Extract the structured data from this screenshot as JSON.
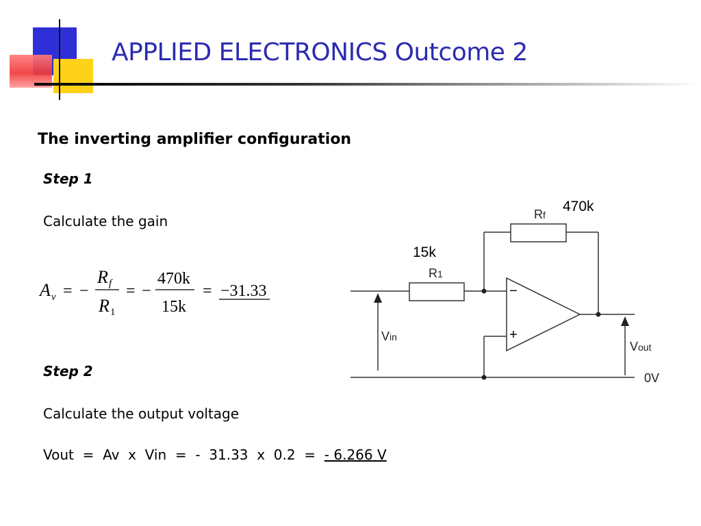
{
  "slide": {
    "title": "APPLIED ELECTRONICS Outcome 2",
    "heading": "The inverting amplifier configuration",
    "step1": {
      "label": "Step 1",
      "text": "Calculate the gain"
    },
    "gain_formula": {
      "lhs_symbol": "A",
      "lhs_subscript": "v",
      "num1_symbol": "R",
      "num1_subscript": "f",
      "den1_symbol": "R",
      "den1_subscript": "1",
      "num2": "470k",
      "den2": "15k",
      "minus": "−",
      "equals": "=",
      "result": "−31.33"
    },
    "step2": {
      "label": "Step 2",
      "text": "Calculate the output voltage"
    },
    "vout_calc": {
      "expression": "Vout  =  Av  x  Vin  =  -  31.33  x  0.2  =  ",
      "result": "- 6.266 V"
    }
  },
  "circuit": {
    "rf_label": "R",
    "rf_sub": "f",
    "rf_value": "470k",
    "r1_label": "R",
    "r1_sub": "1",
    "r1_value": "15k",
    "vin_label": "V",
    "vin_sub": "in",
    "vout_label": "V",
    "vout_sub": "out",
    "ground_label": "0V",
    "opamp_minus": "−",
    "opamp_plus": "+"
  },
  "colors": {
    "title": "#2b2bb0",
    "logo_blue": "#2f2fd8",
    "logo_yellow": "#ffd21a",
    "logo_red": "#f03a3a"
  }
}
